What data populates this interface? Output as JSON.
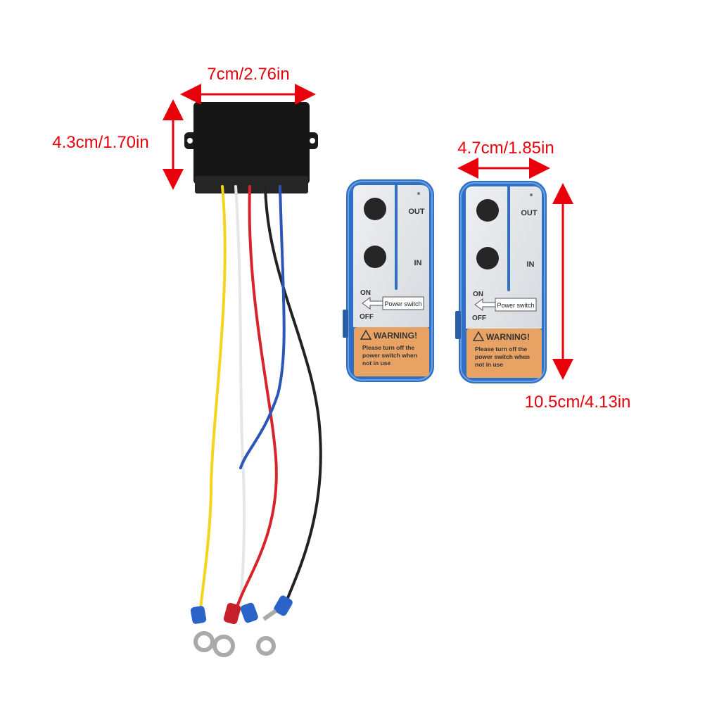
{
  "dimensions": {
    "receiver_width": "7cm/2.76in",
    "receiver_height": "4.3cm/1.70in",
    "remote_width": "4.7cm/1.85in",
    "remote_height": "10.5cm/4.13in"
  },
  "remote": {
    "out_label": "OUT",
    "in_label": "IN",
    "on_label": "ON",
    "off_label": "OFF",
    "power_switch_label": "Power switch",
    "warning_title": "WARNING!",
    "warning_lines": [
      "Please turn off the",
      "power switch when",
      "not  in  use"
    ]
  },
  "colors": {
    "dimension": "#e8000b",
    "remote_body": "#2f6fc4",
    "warning_panel": "#e8a264",
    "wires": [
      "#f2d51c",
      "#f4f4f4",
      "#d8232a",
      "#222222",
      "#2d55b8"
    ]
  }
}
